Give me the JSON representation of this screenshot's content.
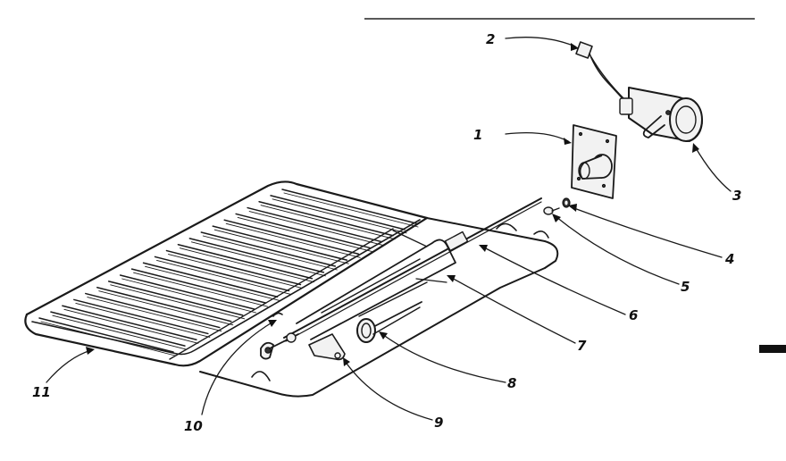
{
  "diagram": {
    "callouts": [
      {
        "id": "1",
        "label": "1"
      },
      {
        "id": "2",
        "label": "2"
      },
      {
        "id": "3",
        "label": "3"
      },
      {
        "id": "4",
        "label": "4"
      },
      {
        "id": "5",
        "label": "5"
      },
      {
        "id": "6",
        "label": "6"
      },
      {
        "id": "7",
        "label": "7"
      },
      {
        "id": "8",
        "label": "8"
      },
      {
        "id": "9",
        "label": "9"
      },
      {
        "id": "10",
        "label": "10"
      },
      {
        "id": "11",
        "label": "11"
      }
    ]
  },
  "colors": {
    "ink": "#1a1a1a",
    "background": "#ffffff"
  }
}
